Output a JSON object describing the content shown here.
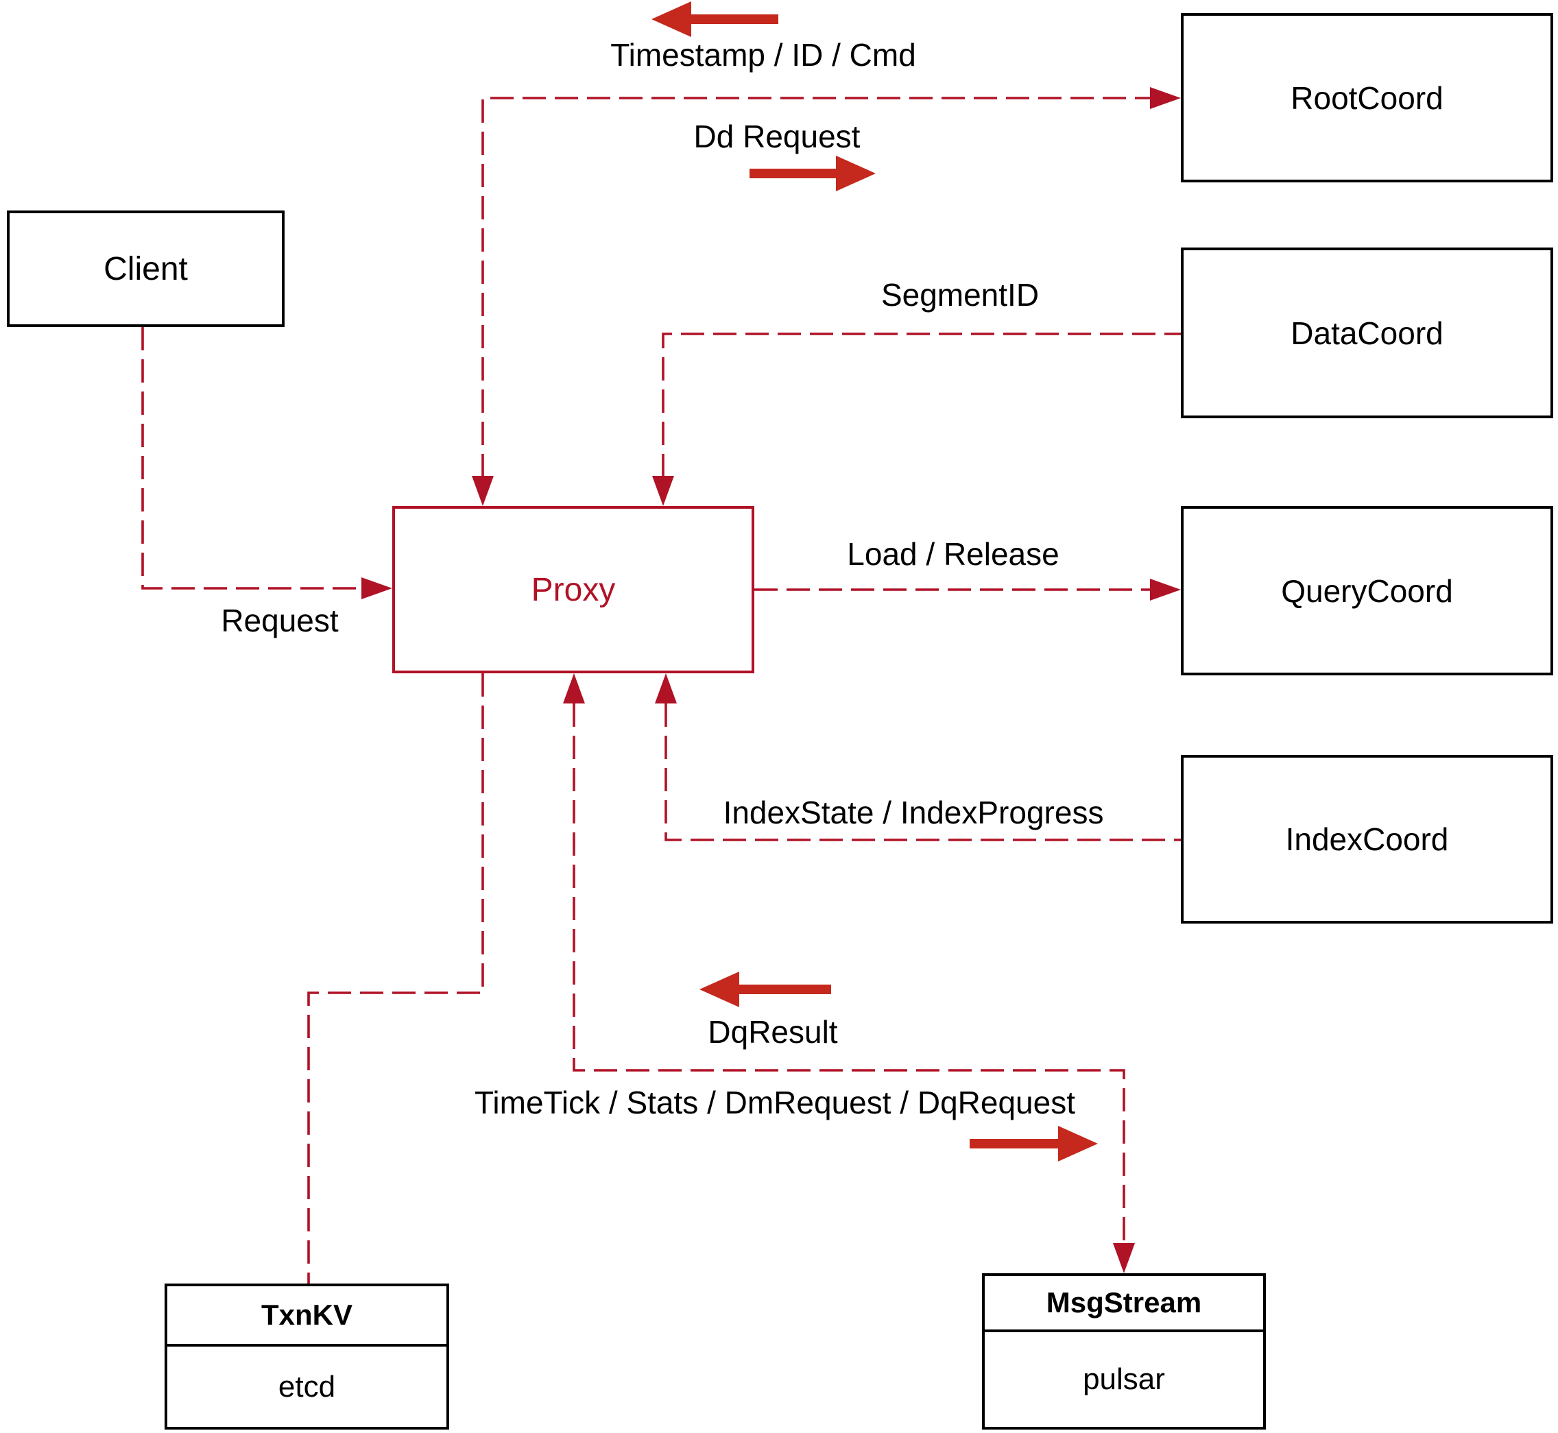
{
  "nodes": {
    "client": {
      "label": "Client"
    },
    "root_coord": {
      "label": "RootCoord"
    },
    "data_coord": {
      "label": "DataCoord"
    },
    "query_coord": {
      "label": "QueryCoord"
    },
    "index_coord": {
      "label": "IndexCoord"
    },
    "proxy": {
      "label": "Proxy"
    },
    "txn_kv": {
      "title": "TxnKV",
      "implementation": "etcd"
    },
    "msg_stream": {
      "title": "MsgStream",
      "implementation": "pulsar"
    }
  },
  "edge_labels": {
    "timestamp_id_cmd": "Timestamp / ID / Cmd",
    "dd_request": "Dd Request",
    "segment_id": "SegmentID",
    "load_release": "Load / Release",
    "index_state_progress": "IndexState / IndexProgress",
    "request": "Request",
    "dq_result": "DqResult",
    "timetick_stats": "TimeTick / Stats / DmRequest / DqRequest"
  },
  "colors": {
    "connector": "#B01226",
    "solid_arrow": "#C5281C",
    "box_border": "#000000",
    "text": "#000000",
    "proxy_accent": "#B01226",
    "background": "#FFFFFF"
  }
}
